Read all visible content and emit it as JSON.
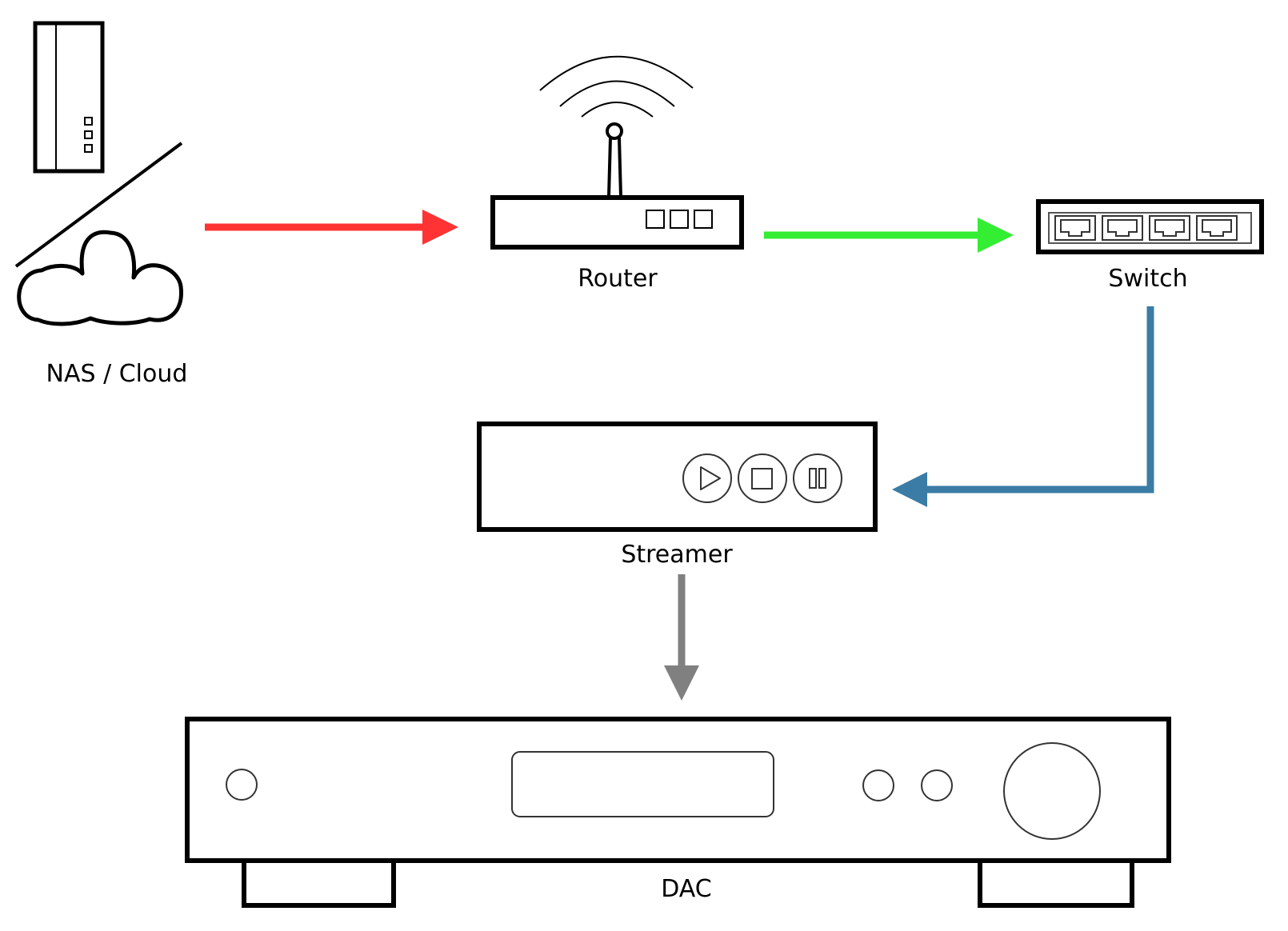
{
  "nodes": {
    "nas_cloud": {
      "label": "NAS / Cloud"
    },
    "router": {
      "label": "Router"
    },
    "switch": {
      "label": "Switch"
    },
    "streamer": {
      "label": "Streamer"
    },
    "dac": {
      "label": "DAC"
    }
  },
  "connections": [
    {
      "from": "NAS / Cloud",
      "to": "Router",
      "color": "#ff3333"
    },
    {
      "from": "Router",
      "to": "Switch",
      "color": "#33ee33"
    },
    {
      "from": "Switch",
      "to": "Streamer",
      "color": "#3a7ca5"
    },
    {
      "from": "Streamer",
      "to": "DAC",
      "color": "#808080"
    }
  ],
  "streamer_controls": [
    "play-icon",
    "stop-icon",
    "pause-icon"
  ]
}
